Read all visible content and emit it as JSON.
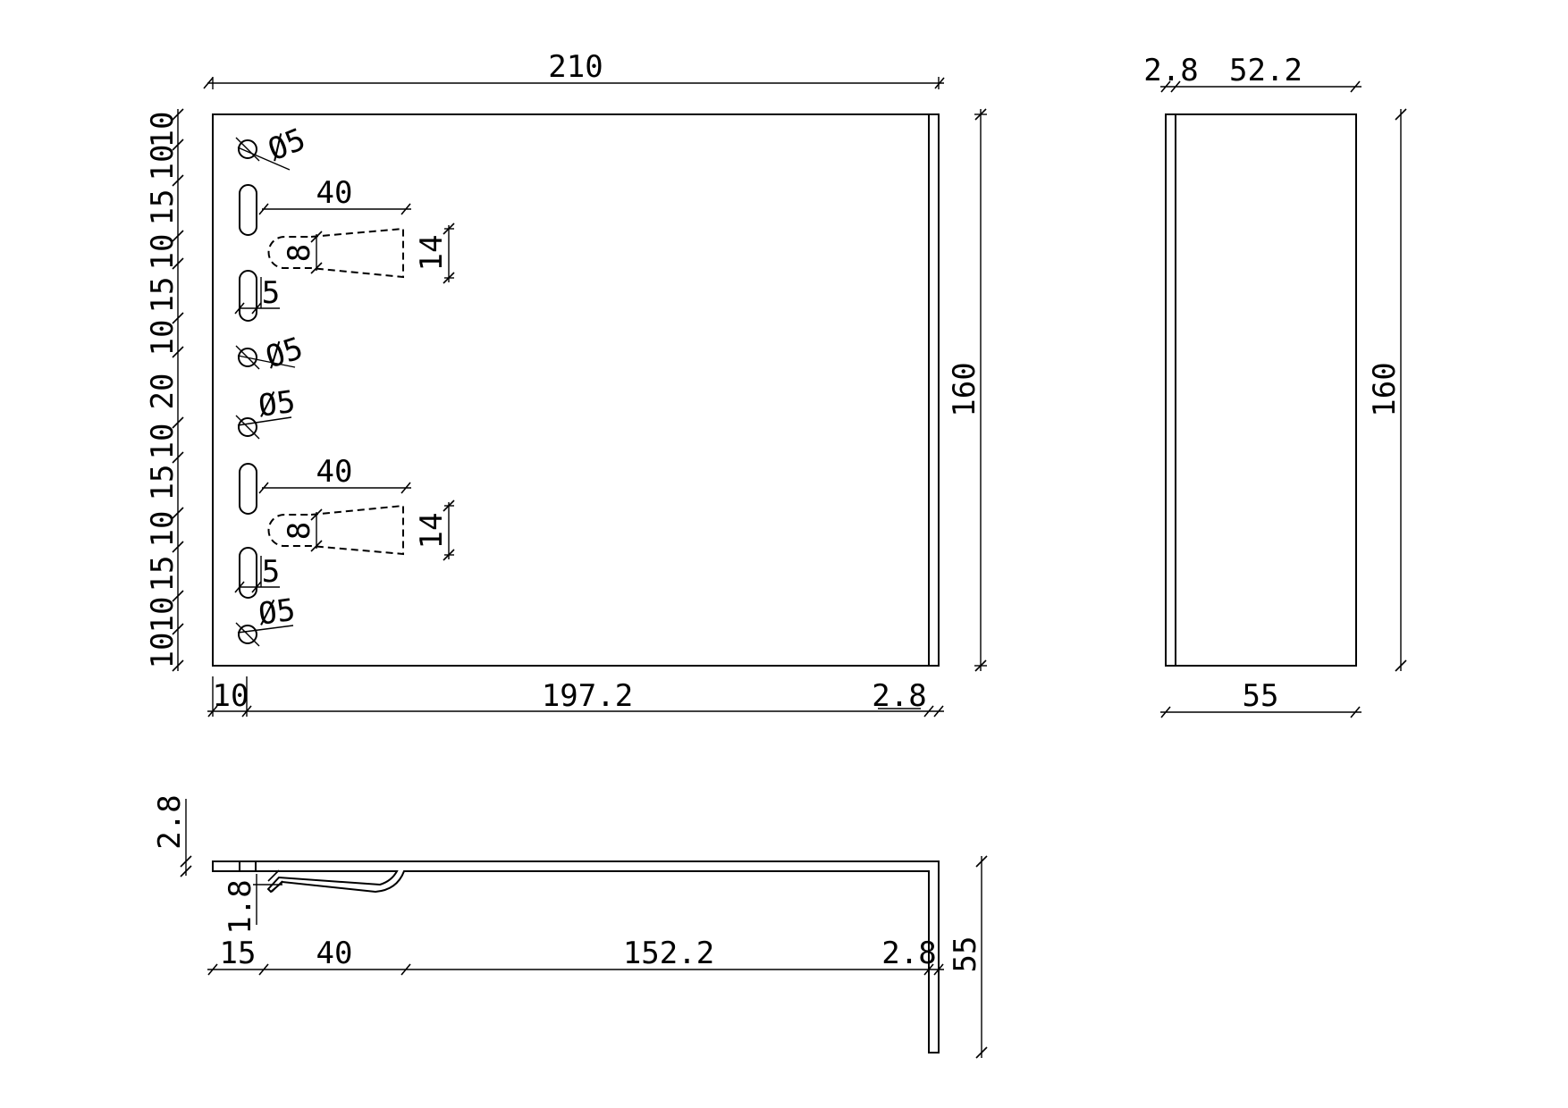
{
  "colors": {
    "ink": "#000000",
    "paper": "#ffffff"
  },
  "front_view": {
    "overall_width": "210",
    "overall_height": "160",
    "bottom_left": "10",
    "bottom_middle": "197.2",
    "bottom_right": "2.8",
    "left_stack": [
      "10",
      "10",
      "15",
      "10",
      "15",
      "10",
      "20",
      "10",
      "15",
      "10",
      "15",
      "10",
      "10"
    ],
    "hole_1": "Ø5",
    "hole_2": "Ø5",
    "hole_3": "Ø5",
    "hole_4": "Ø5",
    "slot_length_1": "40",
    "slot_length_2": "40",
    "tab_small_1": "8",
    "tab_small_2": "8",
    "tab_big_1": "14",
    "tab_big_2": "14",
    "slot_width_1": "5",
    "slot_width_2": "5"
  },
  "side_view": {
    "top_thickness": "2.8",
    "top_remainder": "52.2",
    "height": "160",
    "width": "55"
  },
  "section_view": {
    "thickness": "2.8",
    "bend_offset": "1.8",
    "seg_1": "15",
    "seg_2": "40",
    "seg_3": "152.2",
    "seg_4": "2.8",
    "leg": "55"
  }
}
